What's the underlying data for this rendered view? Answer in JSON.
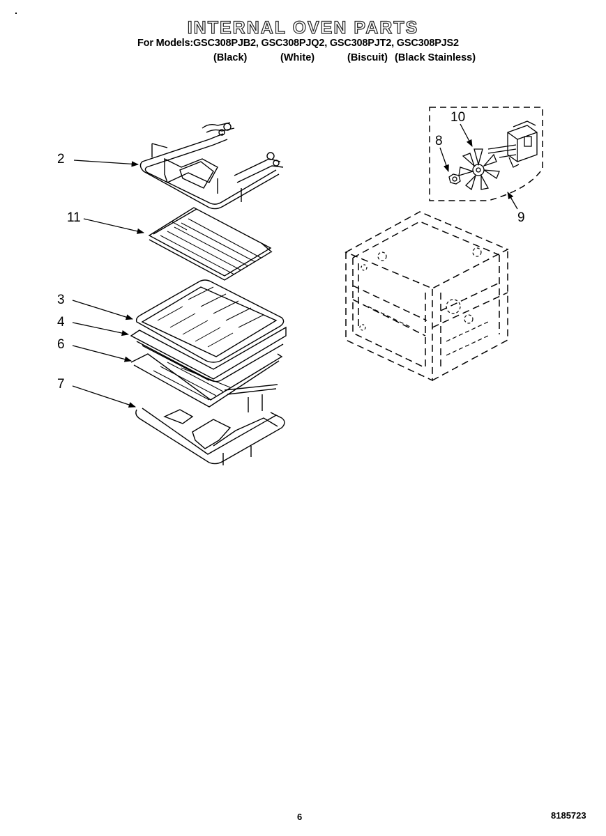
{
  "header": {
    "title": "INTERNAL OVEN PARTS",
    "models_line": "For Models:GSC308PJB2, GSC308PJQ2, GSC308PJT2, GSC308PJS2",
    "colors": [
      "(Black)",
      "(White)",
      "(Biscuit)",
      "(Black Stainless)"
    ]
  },
  "callouts": {
    "c2": "2",
    "c11": "11",
    "c3": "3",
    "c4": "4",
    "c6": "6",
    "c7": "7",
    "c10": "10",
    "c8": "8",
    "c9": "9"
  },
  "footer": {
    "page_number": "6",
    "document_number": "8185723"
  }
}
